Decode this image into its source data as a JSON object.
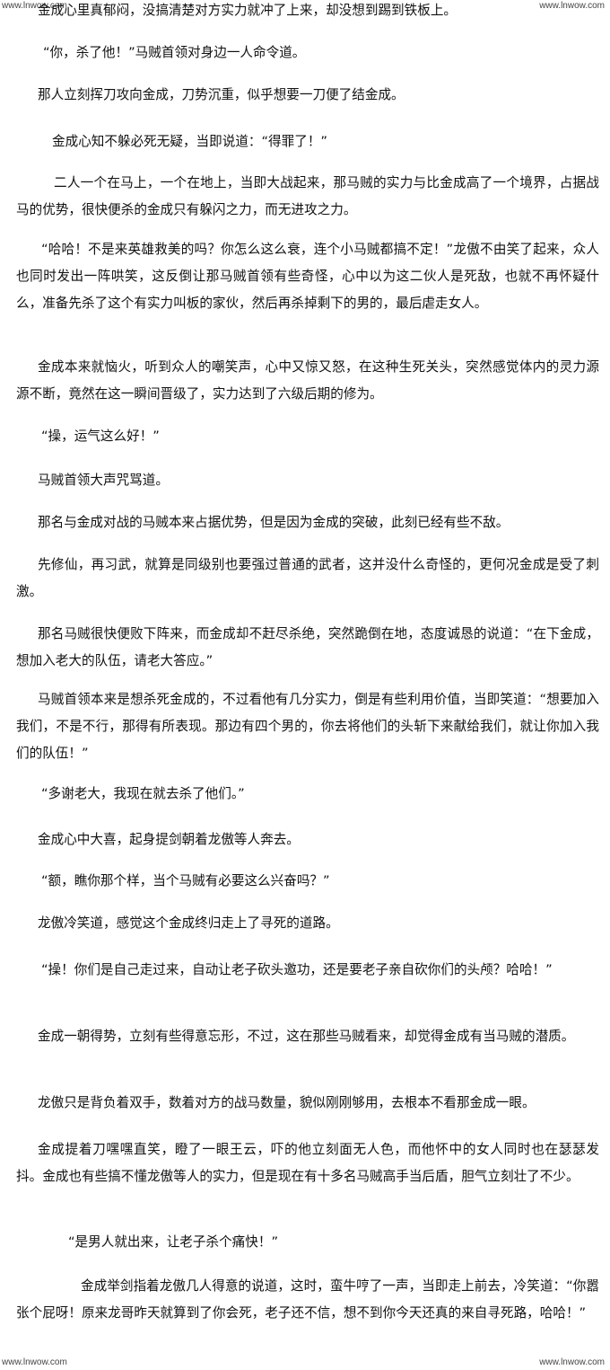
{
  "watermark": {
    "top_left": "www.lnwow.com",
    "top_right": "www.lnwow.com",
    "bottom_left": "www.lnwow.com",
    "bottom_right": "www.lnwow.com"
  },
  "paragraphs": [
    "金成心里真郁闷，没搞清楚对方实力就冲了上来，却没想到踢到铁板上。",
    "“你，杀了他！”马贼首领对身边一人命令道。",
    "那人立刻挥刀攻向金成，刀势沉重，似乎想要一刀便了结金成。",
    "金成心知不躲必死无疑，当即说道：“得罪了！”",
    "二人一个在马上，一个在地上，当即大战起来，那马贼的实力与比金成高了一个境界，占据战马的优势，很快便杀的金成只有躲闪之力，而无进攻之力。",
    "“哈哈！不是来英雄救美的吗？你怎么这么衰，连个小马贼都搞不定！”龙傲不由笑了起来，众人也同时发出一阵哄笑，这反倒让那马贼首领有些奇怪，心中以为这二伙人是死敌，也就不再怀疑什么，准备先杀了这个有实力叫板的家伙，然后再杀掉剩下的男的，最后虐走女人。",
    "金成本来就恼火，听到众人的嘲笑声，心中又惊又怒，在这种生死关头，突然感觉体内的灵力源源不断，竟然在这一瞬间晋级了，实力达到了六级后期的修为。",
    "“操，运气这么好！”",
    "马贼首领大声咒骂道。",
    "那名与金成对战的马贼本来占据优势，但是因为金成的突破，此刻已经有些不敌。",
    "先修仙，再习武，就算是同级别也要强过普通的武者，这并没什么奇怪的，更何况金成是受了刺激。",
    "那名马贼很快便败下阵来，而金成却不赶尽杀绝，突然跪倒在地，态度诚恳的说道：“在下金成，想加入老大的队伍，请老大答应。”",
    "马贼首领本来是想杀死金成的，不过看他有几分实力，倒是有些利用价值，当即笑道：“想要加入我们，不是不行，那得有所表现。那边有四个男的，你去将他们的头斩下来献给我们，就让你加入我们的队伍！”",
    "“多谢老大，我现在就去杀了他们。”",
    "金成心中大喜，起身提剑朝着龙傲等人奔去。",
    "“额，瞧你那个样，当个马贼有必要这么兴奋吗？”",
    "龙傲冷笑道，感觉这个金成终归走上了寻死的道路。",
    "“操！你们是自己走过来，自动让老子砍头邀功，还是要老子亲自砍你们的头颅？哈哈！”",
    "金成一朝得势，立刻有些得意忘形，不过，这在那些马贼看来，却觉得金成有当马贼的潜质。",
    "龙傲只是背负着双手，数着对方的战马数量，貌似刚刚够用，去根本不看那金成一眼。",
    "金成提着刀嘿嘿直笑，瞪了一眼王云，吓的他立刻面无人色，而他怀中的女人同时也在瑟瑟发抖。金成也有些搞不懂龙傲等人的实力，但是现在有十多名马贼高手当后盾，胆气立刻壮了不少。",
    "“是男人就出来，让老子杀个痛快！”",
    "金成举剑指着龙傲几人得意的说道，这时，蛮牛哼了一声，当即走上前去，冷笑道：“你嚣张个屁呀！原来龙哥昨天就算到了你会死，老子还不信，想不到你今天还真的来自寻死路，哈哈！”"
  ]
}
